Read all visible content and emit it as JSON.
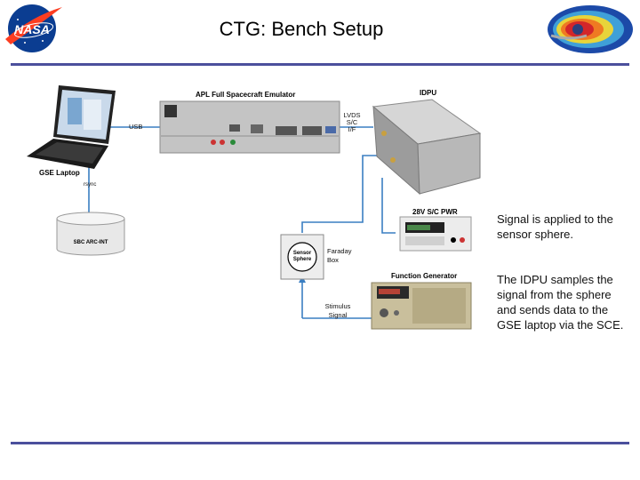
{
  "slide": {
    "title": "CTG: Bench Setup",
    "logo_left_text": "NASA",
    "colors": {
      "rule": "#4b4f9c",
      "nasa_blue": "#0b3d91",
      "nasa_red": "#fc3d21"
    }
  },
  "diagram": {
    "emulator_title": "APL Full Spacecraft Emulator",
    "idpu_title": "IDPU",
    "link_lvds": [
      "LVDS",
      "S/C",
      "I/F"
    ],
    "usb_label": "USB",
    "gse_laptop_label": "GSE Laptop",
    "rsync_label": "rsync",
    "database_label": "SBC ARC-INT",
    "power_supply_label": "28V S/C PWR",
    "sensor_sphere_label": [
      "Sensor",
      "Sphere"
    ],
    "faraday_box_label": [
      "Faraday",
      "Box"
    ],
    "function_generator_label": "Function Generator",
    "stimulus_signal_label": [
      "Stimulus",
      "Signal"
    ]
  },
  "notes": [
    "Signal is applied to the sensor sphere.",
    "The IDPU samples the signal from the sphere and sends data to the GSE laptop via the SCE."
  ]
}
